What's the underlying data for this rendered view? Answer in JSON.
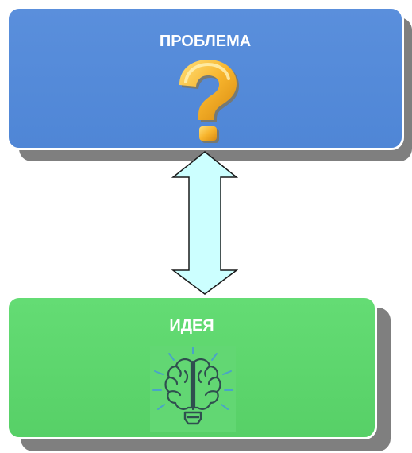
{
  "problem_box": {
    "title": "ПРОБЛЕМА",
    "icon": "question-mark-icon",
    "color": "#4f86d6"
  },
  "idea_box": {
    "title": "ИДЕЯ",
    "icon": "brain-lightbulb-icon",
    "color": "#57d067"
  },
  "connector": {
    "type": "double-headed-arrow",
    "fill": "#ccffff",
    "stroke": "#1a1a1a"
  },
  "colors": {
    "shadow": "#7f7f7f",
    "question_gold": "#f5b82e",
    "icon_dark": "#2f4f4f",
    "icon_rays": "#4aa3c8"
  }
}
